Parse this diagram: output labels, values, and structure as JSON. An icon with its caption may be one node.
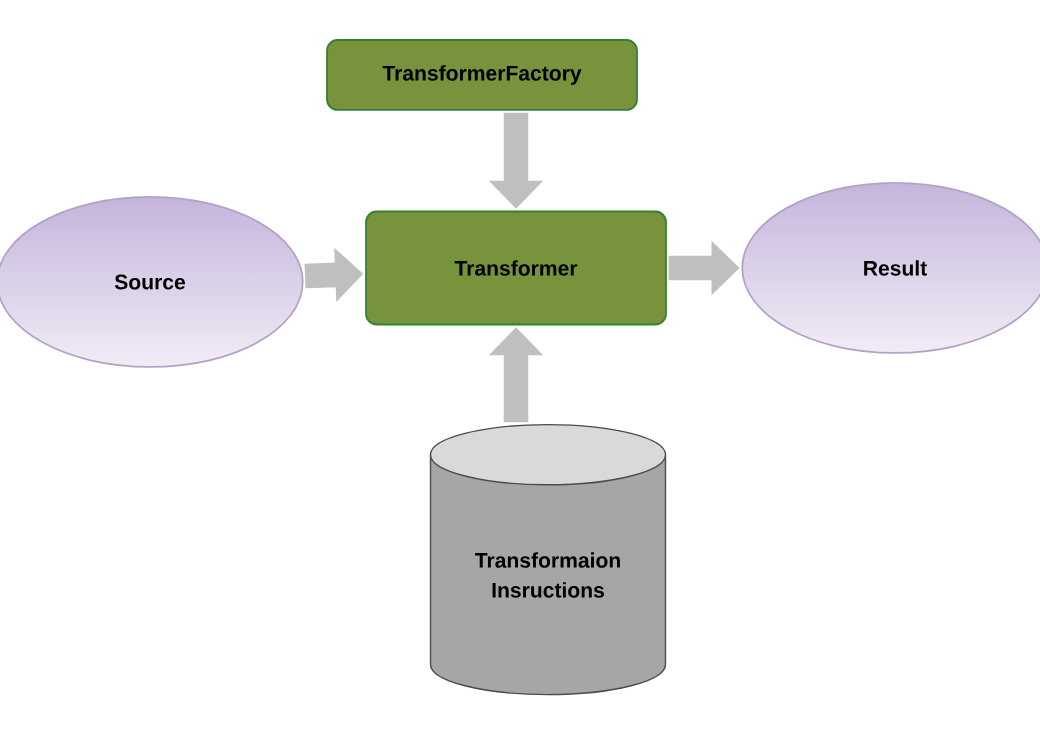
{
  "diagram": {
    "nodes": [
      {
        "text": [
          "TransformerFactory"
        ]
      },
      {
        "text": [
          "Source"
        ]
      },
      {
        "text": [
          "Transformer"
        ]
      },
      {
        "text": [
          "Result"
        ]
      },
      {
        "text": [
          "Transformaion Insructions"
        ]
      }
    ],
    "edges": [
      {
        "from": 0,
        "to": 2,
        "arrow": "to"
      },
      {
        "from": 1,
        "to": 2,
        "arrow": "to"
      },
      {
        "from": 2,
        "to": 3,
        "arrow": "to"
      },
      {
        "from": 4,
        "to": 2,
        "arrow": "to"
      }
    ]
  }
}
